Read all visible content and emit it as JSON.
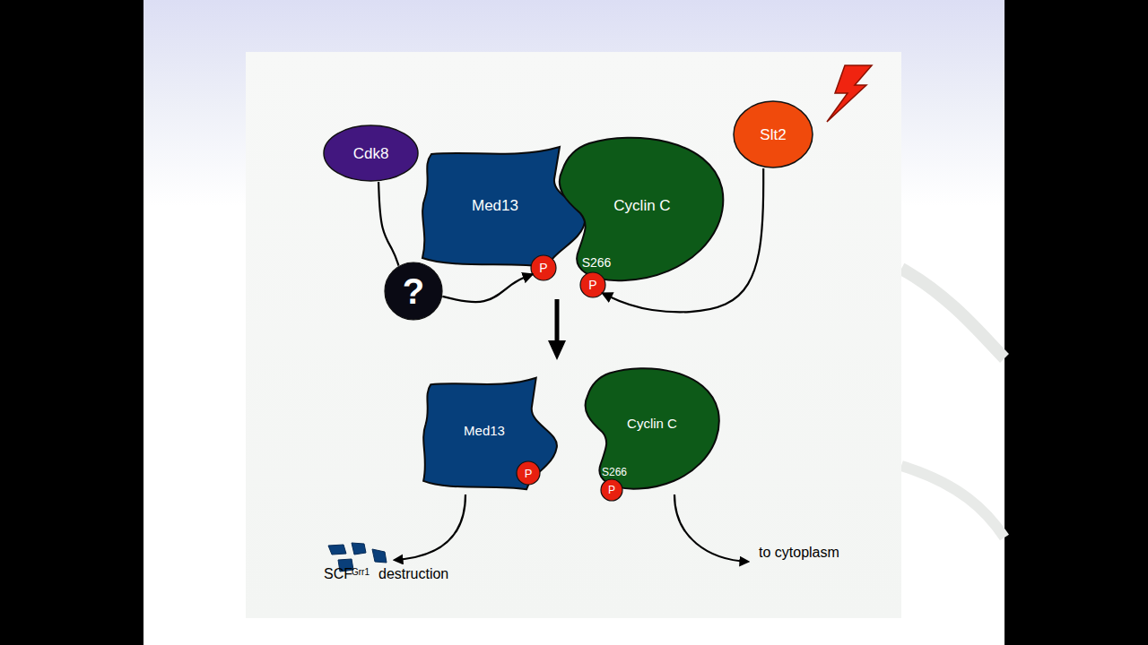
{
  "diagram": {
    "nodes": [
      {
        "text": [
          "Cdk8"
        ]
      },
      {
        "text": [
          "Med13"
        ]
      },
      {
        "text": [
          "P"
        ],
        "in": 1
      },
      {
        "text": [
          "Cyclin C",
          "S266"
        ]
      },
      {
        "text": [
          "P"
        ],
        "in": 3
      },
      {
        "text": [
          "Slt2"
        ]
      },
      {
        "text": [
          "?"
        ]
      },
      {
        "text": [
          "Med13"
        ]
      },
      {
        "text": [
          "P"
        ],
        "in": 7
      },
      {
        "text": [
          "Cyclin C",
          "S266"
        ]
      },
      {
        "text": [
          "P"
        ],
        "in": 9
      }
    ],
    "edges": [
      {
        "from": 0,
        "to": 6,
        "arrow": "none"
      },
      {
        "from": 6,
        "to": 2,
        "arrow": "to"
      },
      {
        "from": 5,
        "to": 4,
        "arrow": "to"
      }
    ],
    "labels": [
      "SCF",
      "Grr1",
      "destruction",
      "to cytoplasm"
    ]
  }
}
